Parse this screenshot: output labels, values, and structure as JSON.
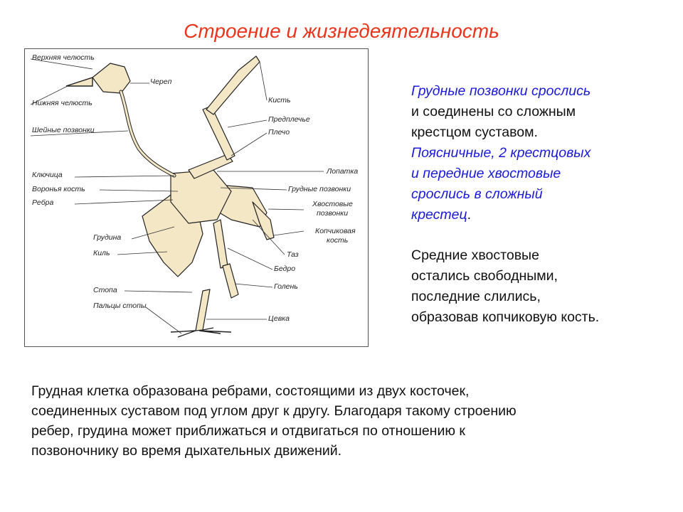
{
  "title": "Строение и жизнедеятельность",
  "figure": {
    "labels_left": [
      "Верхняя челюсть",
      "Нижняя челюсть",
      "Шейные позвонки",
      "Ключица",
      "Воронья кость",
      "Ребра",
      "Грудина",
      "Киль",
      "Стопа",
      "Пальцы стопы"
    ],
    "labels_right": [
      "Череп",
      "Кисть",
      "Предплечье",
      "Плечо",
      "Лопатка",
      "Грудные позвонки",
      "Хвостовые",
      "позвонки",
      "Копчиковая",
      "кость",
      "Таз",
      "Бедро",
      "Голень",
      "Цевка"
    ]
  },
  "right_text": {
    "p1_blue_1": "Грудные позвонки срослись",
    "p1_black_1": "и соединены со сложным",
    "p1_black_2": "крестцом суставом.",
    "p1_blue_2": "Поясничные, 2 крестцовых",
    "p1_blue_3": "и передние хвостовые",
    "p1_blue_4": "срослись в сложный",
    "p1_blue_5": "крестец",
    "p1_period": ".",
    "p2_1": "Средние хвостовые",
    "p2_2": "остались свободными,",
    "p2_3": "последние слились,",
    "p2_4": "образовав копчиковую кость."
  },
  "bottom_text": {
    "line1": "Грудная клетка образована ребрами, состоящими из двух косточек,",
    "line2": "соединенных суставом под углом друг к другу. Благодаря такому строению",
    "line3": "ребер, грудина может приближаться и отдвигаться по отношению к",
    "line4": "позвоночнику во время дыхательных движений."
  }
}
